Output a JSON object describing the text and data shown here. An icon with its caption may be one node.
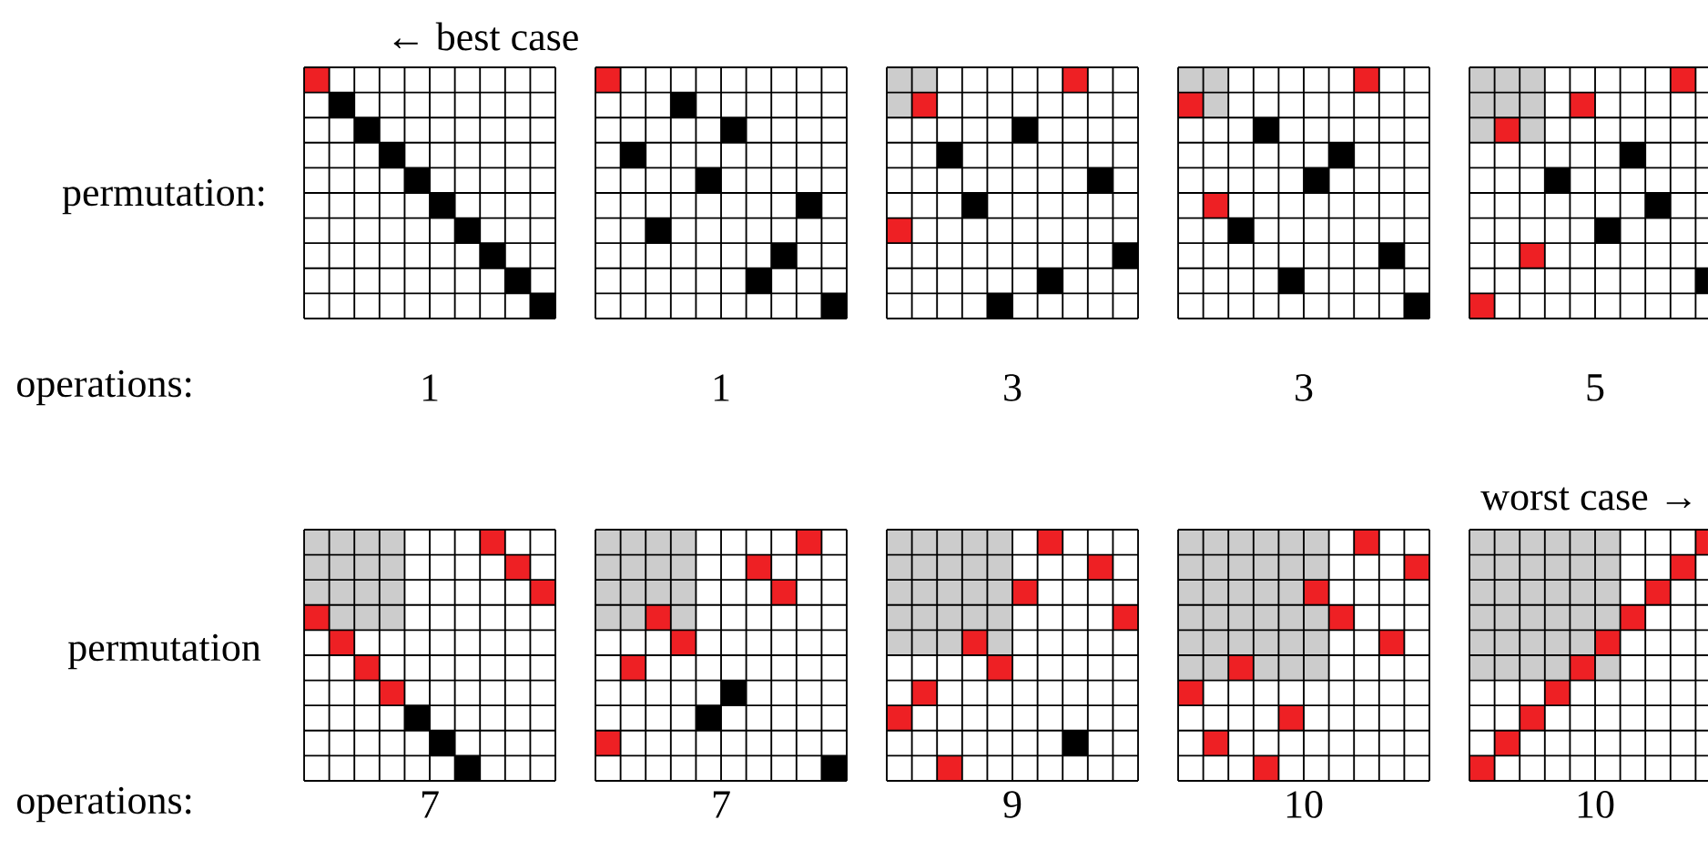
{
  "diagram": {
    "labels": [
      "← best case",
      "permutation:",
      "operations:",
      "1",
      "1",
      "3",
      "3",
      "5",
      "worst case →",
      "permutation",
      "operations:",
      "7",
      "7",
      "9",
      "10",
      "10"
    ]
  }
}
